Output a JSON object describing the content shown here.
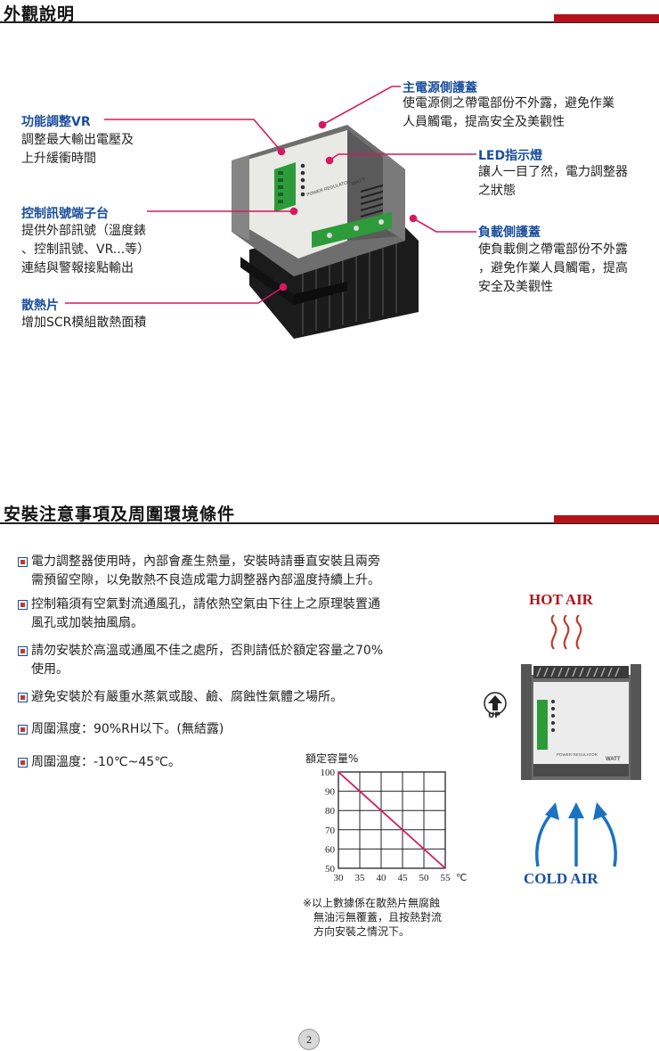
{
  "section1": {
    "title": "外觀說明",
    "callouts": {
      "main_cover": {
        "title": "主電源側護蓋",
        "lines": [
          "使電源側之帶電部份不外露，避免作業",
          "人員觸電，提高安全及美觀性"
        ]
      },
      "vr": {
        "title": "功能調整VR",
        "lines": [
          "調整最大輸出電壓及",
          "上升緩衝時間"
        ]
      },
      "led": {
        "title": "LED指示燈",
        "lines": [
          "讓人一目了然，電力調整器",
          "之狀態"
        ]
      },
      "terminal": {
        "title": "控制訊號端子台",
        "lines": [
          "提供外部訊號（溫度錶",
          "、控制訊號、VR...等）",
          "連結與警報接點輸出"
        ]
      },
      "load_cover": {
        "title": "負載側護蓋",
        "lines": [
          "使負載側之帶電部份不外露",
          "，避免作業人員觸電，提高",
          "安全及美觀性"
        ]
      },
      "heatsink": {
        "title": "散熱片",
        "lines": [
          "增加SCR模組散熱面積"
        ]
      }
    },
    "device_label": "POWER REGULATOR",
    "device_brand": "WATT"
  },
  "section2": {
    "title": "安裝注意事項及周圍環境條件",
    "bullets": [
      [
        "電力調整器使用時，內部會產生熱量，安裝時請垂直安裝且兩旁",
        "需預留空隙，以免散熱不良造成電力調整器內部溫度持續上升。"
      ],
      [
        "控制箱須有空氣對流通風孔，請依熱空氣由下往上之原理裝置通",
        "風孔或加裝抽風扇。"
      ],
      [
        "請勿安裝於高溫或通風不佳之處所，否則請低於額定容量之70%",
        "使用。"
      ],
      [
        "避免安裝於有嚴重水蒸氣或酸、鹼、腐蝕性氣體之場所。"
      ],
      [
        "周圍濕度：90%RH以下。(無結露)"
      ],
      [
        "周圍溫度：-10℃~45℃。"
      ]
    ],
    "hot_air": "HOT AIR",
    "cold_air": "COLD AIR",
    "up_label": "UP",
    "note_lines": [
      "※以上數據係在散熱片無腐蝕",
      "無油污無覆蓋，且按熱對流",
      "方向安裝之情況下。"
    ]
  },
  "chart_data": {
    "type": "line",
    "title": "額定容量%",
    "xlabel": "",
    "ylabel": "",
    "x_ticks": [
      "30",
      "35",
      "40",
      "45",
      "50",
      "55"
    ],
    "x_unit": "℃",
    "y_ticks": [
      "50",
      "60",
      "70",
      "80",
      "90",
      "100"
    ],
    "xlim": [
      30,
      55
    ],
    "ylim": [
      50,
      100
    ],
    "grid": true,
    "series": [
      {
        "x": [
          30,
          55
        ],
        "y": [
          100,
          50
        ]
      }
    ]
  },
  "page_number": "2",
  "colors": {
    "accent_red": "#b5121b",
    "callout_pink": "#d6185f",
    "callout_blue": "#1a4e9c"
  }
}
